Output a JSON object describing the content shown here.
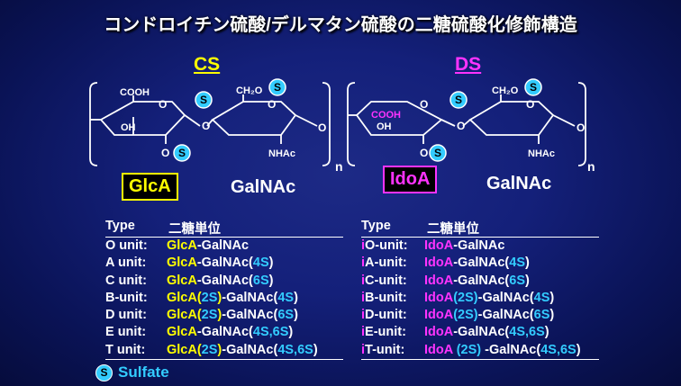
{
  "title": "コンドロイチン硫酸/デルマタン硫酸の二糖硫酸化修飾構造",
  "colors": {
    "glca": "#ffff00",
    "idoa": "#ff33ff",
    "sulfate": "#33ccff",
    "text": "#ffffff"
  },
  "cs": {
    "heading": "CS",
    "sugar1": "GlcA",
    "sugar2": "GalNAc",
    "cooh": "COOH",
    "oh": "OH",
    "ch2o": "CH₂O",
    "nhac": "NHAc",
    "ring_o": "O",
    "n": "n",
    "sulfate_mark": "S"
  },
  "ds": {
    "heading": "DS",
    "sugar1": "IdoA",
    "sugar2": "GalNAc",
    "cooh": "COOH",
    "oh": "OH",
    "ch2o": "CH₂O",
    "nhac": "NHAc",
    "ring_o": "O",
    "n": "n",
    "sulfate_mark": "S"
  },
  "cs_table": {
    "col_type": "Type",
    "col_disaccharide": "二糖単位",
    "rows": [
      {
        "type": "O unit:",
        "parts": [
          [
            "GlcA",
            "y"
          ],
          [
            "-GalNAc",
            "w"
          ]
        ]
      },
      {
        "type": "A unit:",
        "parts": [
          [
            "GlcA",
            "y"
          ],
          [
            "-GalNAc(",
            "w"
          ],
          [
            "4S",
            "c"
          ],
          [
            ")",
            "w"
          ]
        ]
      },
      {
        "type": "C unit:",
        "parts": [
          [
            "GlcA",
            "y"
          ],
          [
            "-GalNAc(",
            "w"
          ],
          [
            "6S",
            "c"
          ],
          [
            ")",
            "w"
          ]
        ]
      },
      {
        "type": "B-unit:",
        "parts": [
          [
            "GlcA(",
            "y"
          ],
          [
            "2S",
            "c"
          ],
          [
            ")",
            "y"
          ],
          [
            "-GalNAc(",
            "w"
          ],
          [
            "4S",
            "c"
          ],
          [
            ")",
            "w"
          ]
        ]
      },
      {
        "type": "D unit:",
        "parts": [
          [
            "GlcA(",
            "y"
          ],
          [
            "2S",
            "c"
          ],
          [
            ")",
            "y"
          ],
          [
            "-GalNAc(",
            "w"
          ],
          [
            "6S",
            "c"
          ],
          [
            ")",
            "w"
          ]
        ]
      },
      {
        "type": "E unit:",
        "parts": [
          [
            "GlcA",
            "y"
          ],
          [
            "-GalNAc(",
            "w"
          ],
          [
            "4S,6S",
            "c"
          ],
          [
            ")",
            "w"
          ]
        ]
      },
      {
        "type": "T unit:",
        "parts": [
          [
            "GlcA(",
            "y"
          ],
          [
            "2S",
            "c"
          ],
          [
            ")",
            "y"
          ],
          [
            "-GalNAc(",
            "w"
          ],
          [
            "4S,6S",
            "c"
          ],
          [
            ")",
            "w"
          ]
        ]
      }
    ]
  },
  "ds_table": {
    "col_type": "Type",
    "col_disaccharide": "二糖単位",
    "rows": [
      {
        "prefix": "i",
        "type": "O-unit:",
        "parts": [
          [
            "IdoA",
            "m"
          ],
          [
            "-GalNAc",
            "w"
          ]
        ]
      },
      {
        "prefix": "i",
        "type": "A-unit:",
        "parts": [
          [
            "IdoA",
            "m"
          ],
          [
            "-GalNAc(",
            "w"
          ],
          [
            "4S",
            "c"
          ],
          [
            ")",
            "w"
          ]
        ]
      },
      {
        "prefix": "i",
        "type": "C-unit:",
        "parts": [
          [
            "IdoA",
            "m"
          ],
          [
            "-GalNAc(",
            "w"
          ],
          [
            "6S",
            "c"
          ],
          [
            ")",
            "w"
          ]
        ]
      },
      {
        "prefix": "i",
        "type": "B-unit:",
        "parts": [
          [
            "IdoA",
            "m"
          ],
          [
            "(2S)",
            "c"
          ],
          [
            "-GalNAc(",
            "w"
          ],
          [
            "4S",
            "c"
          ],
          [
            ")",
            "w"
          ]
        ]
      },
      {
        "prefix": "i",
        "type": "D-unit:",
        "parts": [
          [
            "IdoA",
            "m"
          ],
          [
            "(2S)",
            "c"
          ],
          [
            "-GalNAc(",
            "w"
          ],
          [
            "6S",
            "c"
          ],
          [
            ")",
            "w"
          ]
        ]
      },
      {
        "prefix": "i",
        "type": "E-unit:",
        "parts": [
          [
            "IdoA",
            "m"
          ],
          [
            "-GalNAc(",
            "w"
          ],
          [
            "4S,6S",
            "c"
          ],
          [
            ")",
            "w"
          ]
        ]
      },
      {
        "prefix": "i",
        "type": "T-unit:",
        "parts": [
          [
            "IdoA ",
            "m"
          ],
          [
            "(2S)",
            "c"
          ],
          [
            " -GalNAc(",
            "w"
          ],
          [
            "4S,6S",
            "c"
          ],
          [
            ")",
            "w"
          ]
        ]
      }
    ]
  },
  "legend": {
    "badge": "S",
    "label": "Sulfate"
  }
}
